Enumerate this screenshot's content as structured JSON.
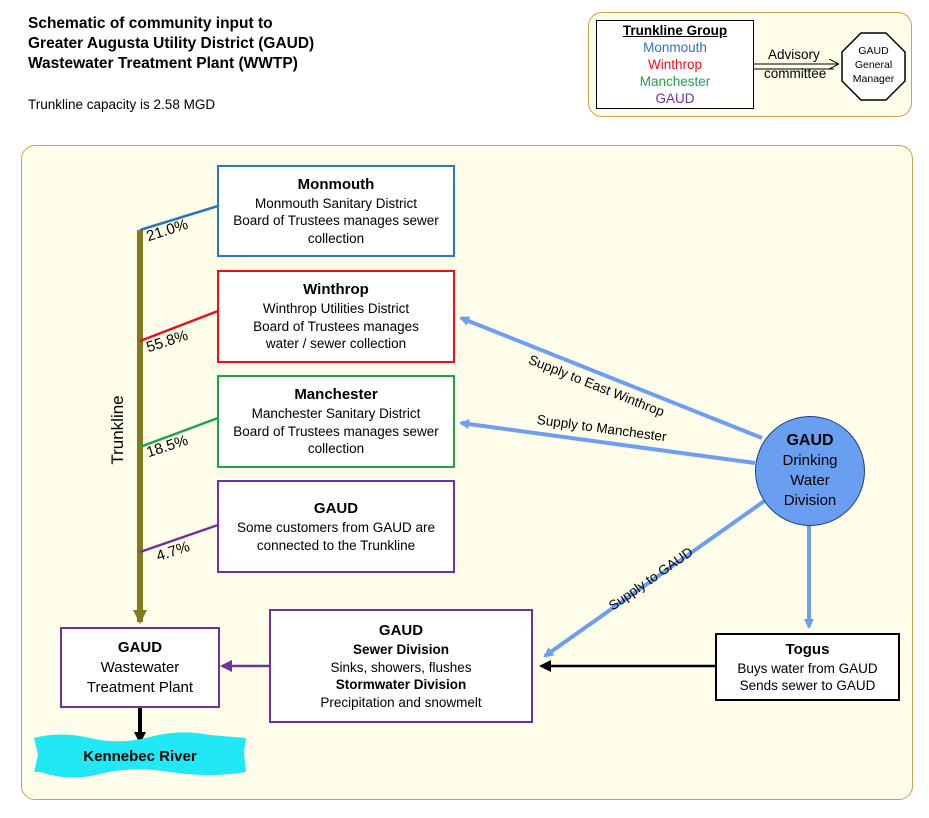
{
  "title": {
    "line1": "Schematic of community input to",
    "line2": "Greater Augusta Utility District (GAUD)",
    "line3": "Wastewater Treatment Plant (WWTP)"
  },
  "capacity": "Trunkline capacity is 2.58 MGD",
  "legend": {
    "title": "Trunkline Group",
    "members": [
      {
        "label": "Monmouth",
        "color": "#2e75c0"
      },
      {
        "label": "Winthrop",
        "color": "#e8101c"
      },
      {
        "label": "Manchester",
        "color": "#1fa24c"
      },
      {
        "label": "GAUD",
        "color": "#7030a0"
      }
    ],
    "advisory_line1": "Advisory",
    "advisory_line2": "committee",
    "gm_line1": "GAUD",
    "gm_line2": "General",
    "gm_line3": "Manager"
  },
  "trunkline_label": "Trunkline",
  "trunkline_color": "#817a1e",
  "arrow_color": "#6d9ef2",
  "towns": [
    {
      "name": "Monmouth",
      "line1": "Monmouth Sanitary District",
      "line2": "Board of Trustees manages sewer",
      "line3": "collection",
      "percent": "21.0%",
      "color": "#2e75c0"
    },
    {
      "name": "Winthrop",
      "line1": "Winthrop Utilities District",
      "line2": "Board of Trustees manages",
      "line3": "water / sewer collection",
      "percent": "55.8%",
      "color": "#e8101c"
    },
    {
      "name": "Manchester",
      "line1": "Manchester Sanitary District",
      "line2": "Board of Trustees manages sewer",
      "line3": "collection",
      "percent": "18.5%",
      "color": "#1fa24c"
    },
    {
      "name": "GAUD",
      "line1": "Some customers from GAUD are",
      "line2": "connected to the Trunkline",
      "line3": "",
      "percent": "4.7%",
      "color": "#7030a0"
    }
  ],
  "wwtp": {
    "line1": "GAUD",
    "line2": "Wastewater",
    "line3": "Treatment Plant"
  },
  "sewer": {
    "head": "GAUD",
    "sewer_division": "Sewer Division",
    "sewer_desc": "Sinks, showers, flushes",
    "storm_division": "Stormwater Division",
    "storm_desc": "Precipitation and snowmelt"
  },
  "togus": {
    "head": "Togus",
    "line1": "Buys water from GAUD",
    "line2": "Sends sewer to GAUD"
  },
  "gaud_water": {
    "line1": "GAUD",
    "line2": "Drinking",
    "line3": "Water",
    "line4": "Division"
  },
  "supply_labels": {
    "east_winthrop": "Supply to East Winthrop",
    "manchester": "Supply to Manchester",
    "gaud": "Supply to GAUD"
  },
  "river": {
    "label": "Kennebec River",
    "color": "#21e8f4"
  }
}
